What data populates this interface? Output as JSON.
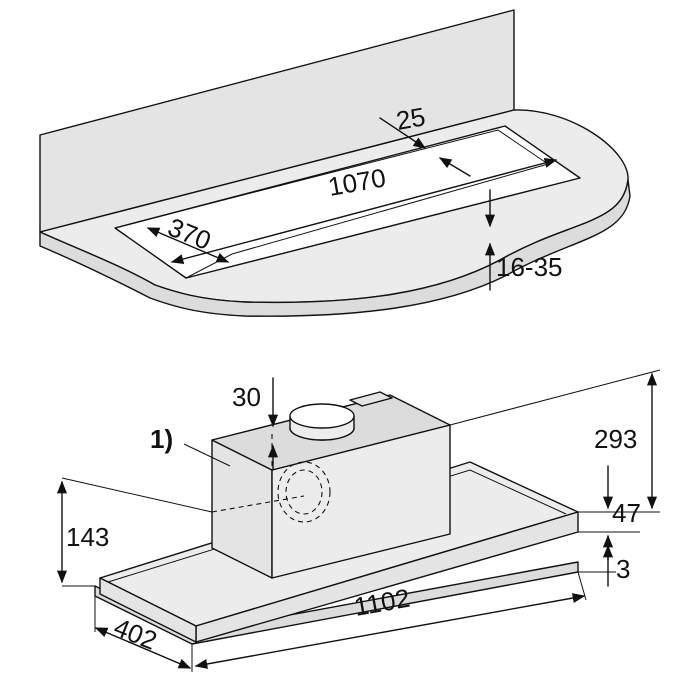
{
  "worktop": {
    "dim_width": "1070",
    "dim_depth": "370",
    "dim_edge": "25",
    "dim_thickness": "16-35"
  },
  "hood": {
    "dim_duct_offset": "30",
    "dim_height_total": "293",
    "dim_panel_height": "47",
    "dim_trim": "3",
    "dim_side_height": "143",
    "dim_width": "1102",
    "dim_depth": "402",
    "callout": "1)"
  }
}
